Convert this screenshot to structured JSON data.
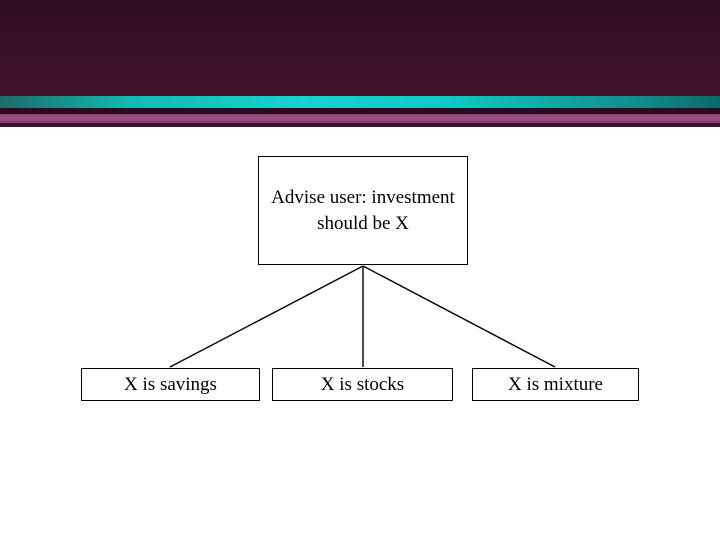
{
  "slide": {
    "banner": {
      "colors": {
        "top_dark": "#3a1029",
        "teal_stripe": "#17d3cd",
        "magenta_stripe": "#9a4a83",
        "dark_stripe": "#2c0b1f"
      }
    },
    "diagram": {
      "type": "tree",
      "root": {
        "label": "Advise user: investment should be X"
      },
      "children": [
        {
          "label": "X is savings"
        },
        {
          "label": "X is stocks"
        },
        {
          "label": "X is mixture"
        }
      ],
      "edge_color": "#000000",
      "box_border_color": "#000000",
      "text_color": "#000000"
    }
  }
}
